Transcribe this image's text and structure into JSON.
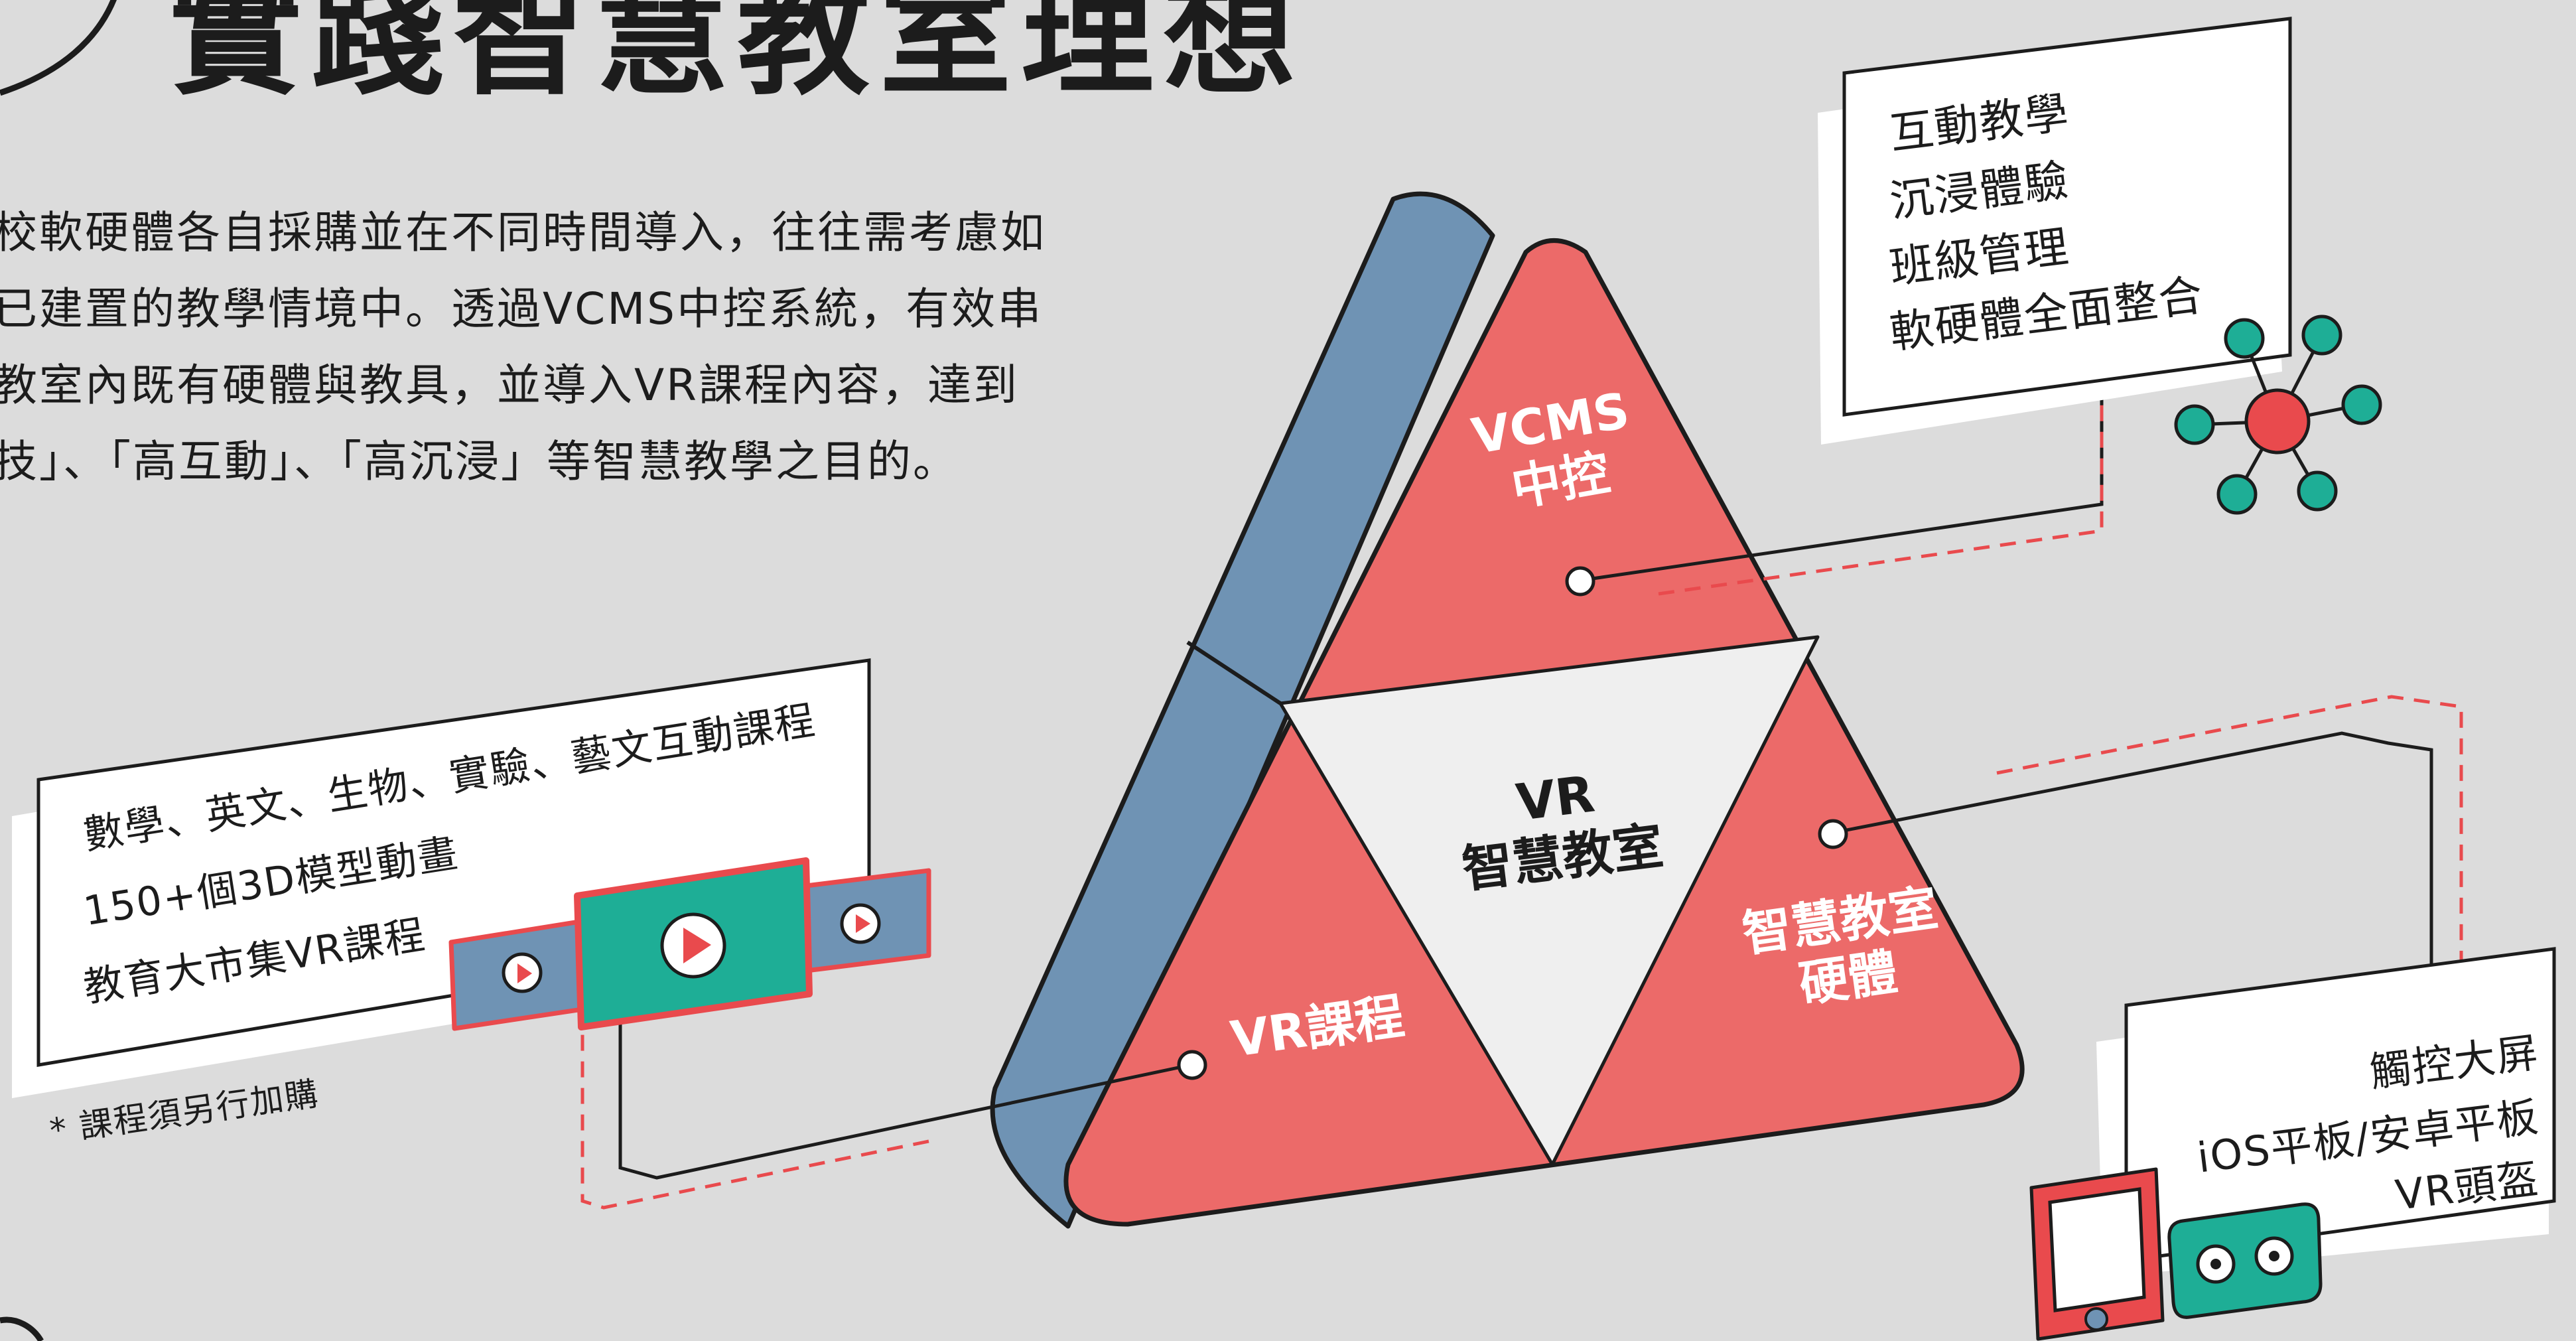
{
  "title": "實踐智慧教室理想",
  "intro_lines": [
    "校軟硬體各自採購並在不同時間導入，往往需考慮如",
    "已建置的教學情境中。透過VCMS中控系統，有效串",
    "教室內既有硬體與教具，並導入VR課程內容，達到",
    "技」、「高互動」、「高沉浸」等智慧教學之目的。"
  ],
  "segments": {
    "vcms": {
      "line1": "VCMS",
      "line2": "中控"
    },
    "center": {
      "line1": "VR",
      "line2": "智慧教室"
    },
    "hardware": {
      "line1": "智慧教室",
      "line2": "硬體"
    },
    "course": {
      "label": "VR課程"
    }
  },
  "cards": {
    "vcms_features": [
      "互動教學",
      "沉浸體驗",
      "班級管理",
      "軟硬體全面整合"
    ],
    "courses": [
      "數學、英文、生物、實驗、藝文互動課程",
      "150+個3D模型動畫",
      "教育大市集VR課程"
    ],
    "hardware": [
      "觸控大屏",
      "iOS平板/安卓平板",
      "VR頭盔"
    ]
  },
  "footnote": "* 課程須另行加購",
  "icons": [
    "network-hub-icon",
    "video-carousel-icon",
    "tablet-icon",
    "vr-headset-icon"
  ],
  "colors": {
    "background": "#dcdcdc",
    "coral": "#ec6a69",
    "slate_blue": "#6f93b4",
    "teal": "#1eae96",
    "red_node": "#e94a4d",
    "white_center": "#efefef",
    "ink": "#1c1c1c"
  }
}
